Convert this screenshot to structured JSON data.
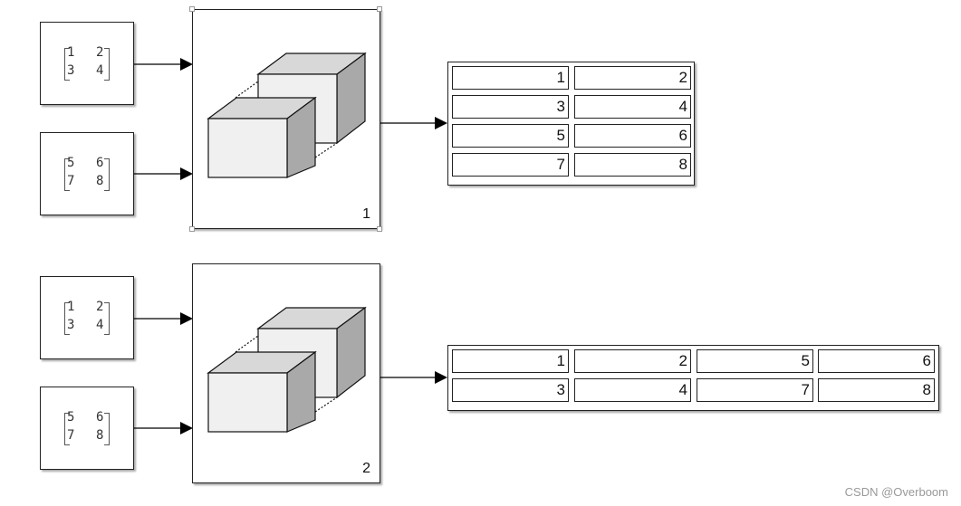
{
  "diagram": {
    "rows": [
      {
        "constants": [
          {
            "values": [
              [
                "1",
                "2"
              ],
              [
                "3",
                "4"
              ]
            ]
          },
          {
            "values": [
              [
                "5",
                "6"
              ],
              [
                "7",
                "8"
              ]
            ]
          }
        ],
        "concat_label": "1",
        "display": [
          [
            "1",
            "2"
          ],
          [
            "3",
            "4"
          ],
          [
            "5",
            "6"
          ],
          [
            "7",
            "8"
          ]
        ]
      },
      {
        "constants": [
          {
            "values": [
              [
                "1",
                "2"
              ],
              [
                "3",
                "4"
              ]
            ]
          },
          {
            "values": [
              [
                "5",
                "6"
              ],
              [
                "7",
                "8"
              ]
            ]
          }
        ],
        "concat_label": "2",
        "display": [
          [
            "1",
            "2",
            "5",
            "6"
          ],
          [
            "3",
            "4",
            "7",
            "8"
          ]
        ]
      }
    ]
  },
  "watermark": "CSDN @Overboom"
}
